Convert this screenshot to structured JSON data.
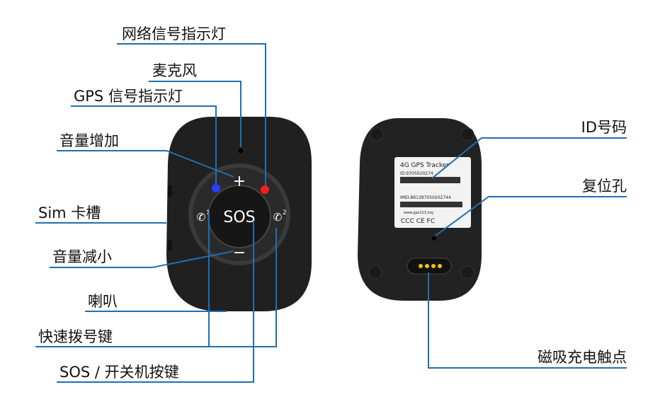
{
  "colors": {
    "leader_line": "#1f6fb2",
    "device": "#202020",
    "sticker": "#f2f2f2",
    "pins": "#f2c200",
    "led_gps": "#2a3cff",
    "led_network": "#ff1a1a"
  },
  "labels": {
    "network_led": "网络信号指示灯",
    "microphone": "麦克风",
    "gps_led": "GPS 信号指示灯",
    "volume_up": "音量增加",
    "sim_slot": "Sim 卡槽",
    "volume_down": "音量减小",
    "speaker": "喇叭",
    "speed_dial": "快速拨号键",
    "sos_power": "SOS / 开关机按键",
    "id_number": "ID号码",
    "reset_hole": "复位孔",
    "charging_contacts": "磁吸充电触点"
  },
  "device_front": {
    "plus": "+",
    "minus": "−",
    "sos": "SOS",
    "dial1": "1",
    "dial2": "2"
  },
  "device_back": {
    "sticker_title": "4G GPS Tracker",
    "id": "ID:9705020274",
    "imei": "IMEI:861397050202744",
    "website": "www.gps123.org",
    "certs": "CCC CE FC"
  }
}
